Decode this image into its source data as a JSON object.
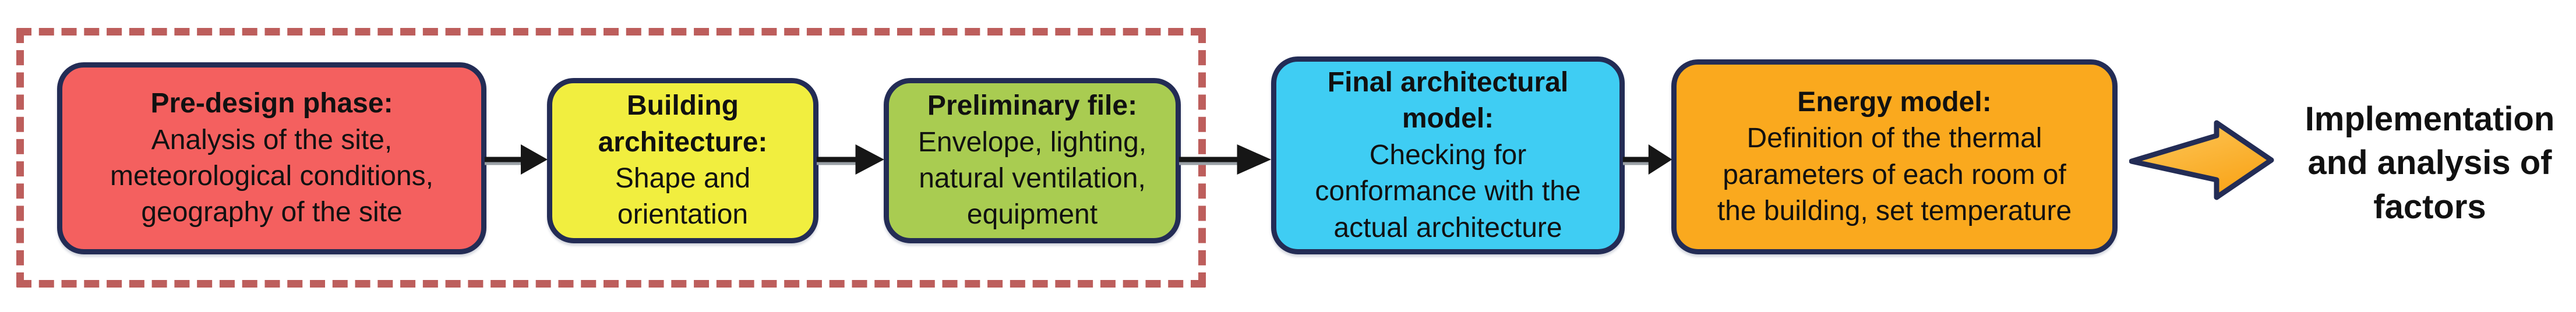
{
  "diagram": {
    "background_color": "#ffffff",
    "group_border_color": "#bd5e5c",
    "box_border_color": "#232c55",
    "connector_color": "#161616",
    "connector_shadow_color": "#9aa0a6",
    "steps": [
      {
        "id": "pre-design-phase",
        "title": "Pre-design phase:",
        "body": "Analysis of the site,\nmeteorological conditions,\ngeography of the site",
        "fill": "#f4605f"
      },
      {
        "id": "building-architecture",
        "title": "Building\narchitecture:",
        "body": "Shape and\norientation",
        "fill": "#f1ee3f"
      },
      {
        "id": "preliminary-file",
        "title": "Preliminary file:",
        "body": "Envelope, lighting,\nnatural ventilation,\nequipment",
        "fill": "#a9cc51"
      },
      {
        "id": "final-architectural-model",
        "title": "Final architectural\nmodel:",
        "body": "Checking for\nconformance with the\nactual architecture",
        "fill": "#3fcdf3"
      },
      {
        "id": "energy-model",
        "title": "Energy model:",
        "body": "Definition of the thermal\nparameters of each room of\nthe building, set temperature",
        "fill": "#faa91e"
      }
    ],
    "final_arrow": {
      "fill": "#f9a51a",
      "fill_light": "#fdc95e",
      "outline": "#232c55"
    },
    "outcome_label": "Implementation\nand analysis of\nfactors"
  }
}
